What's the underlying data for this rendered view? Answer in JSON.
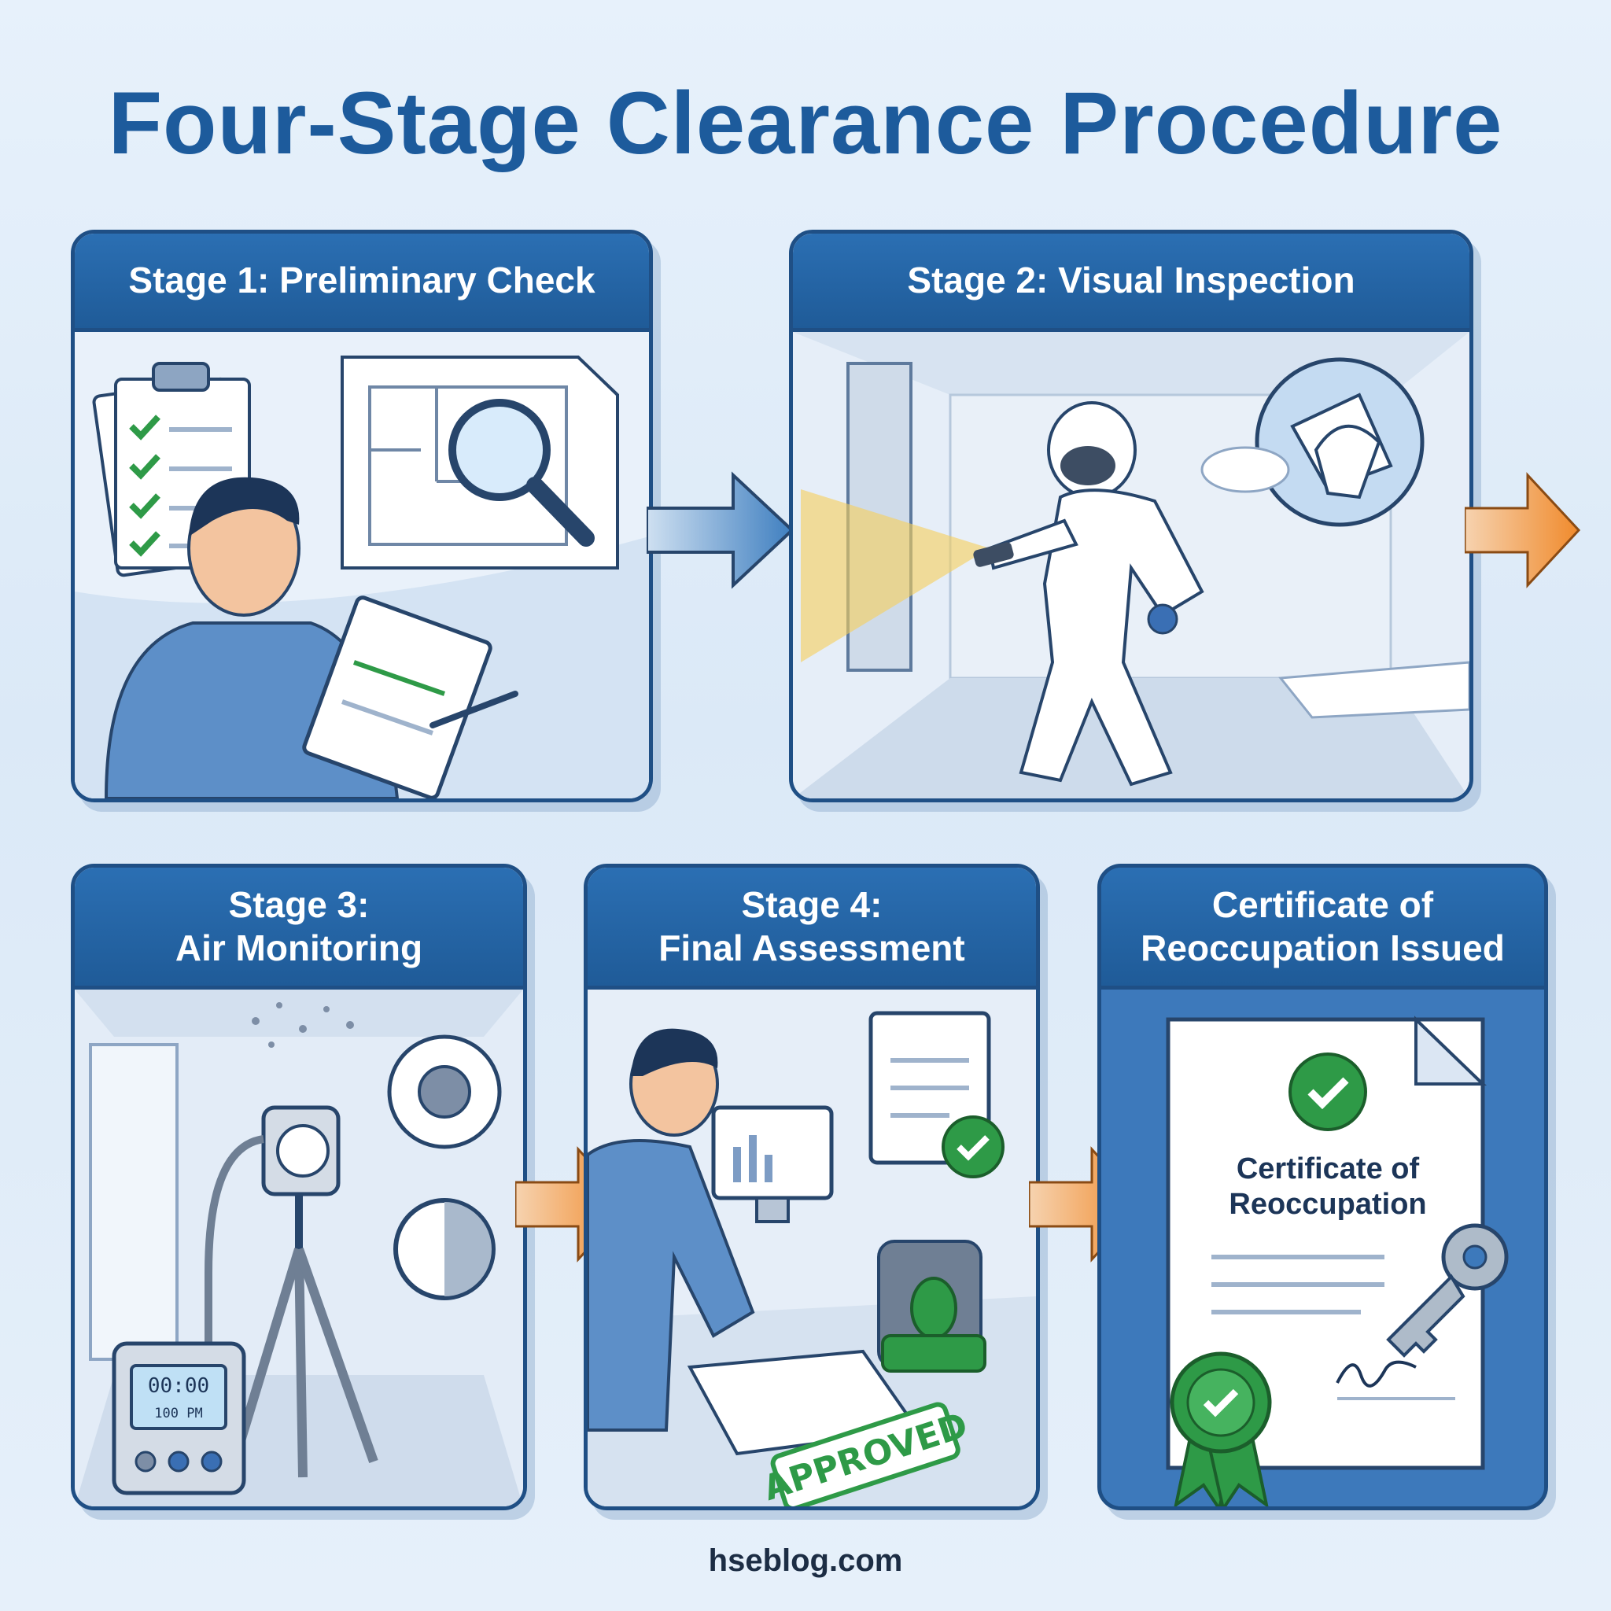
{
  "title": "Four-Stage Clearance Procedure",
  "stages": [
    {
      "id": "stage-1",
      "line1": "Stage 1: Preliminary Check",
      "line2": ""
    },
    {
      "id": "stage-2",
      "line1": "Stage 2: Visual Inspection",
      "line2": ""
    },
    {
      "id": "stage-3",
      "line1": "Stage 3:",
      "line2": "Air Monitoring"
    },
    {
      "id": "stage-4",
      "line1": "Stage 4:",
      "line2": "Final Assessment"
    },
    {
      "id": "certificate",
      "line1": "Certificate of",
      "line2": "Reoccupation Issued"
    }
  ],
  "certificate_doc": {
    "line1": "Certificate of",
    "line2": "Reoccupation"
  },
  "monitor_display": {
    "time": "00:00",
    "reading": "100 PM"
  },
  "stamp_text": "APPROVED",
  "footer": "hseblog.com",
  "colors": {
    "brand_blue": "#1d5b9c",
    "header_blue": "#2b6fb3",
    "arrow_blue": "#4a88c7",
    "arrow_orange": "#f08a2c",
    "approve_green": "#2e9a47"
  }
}
